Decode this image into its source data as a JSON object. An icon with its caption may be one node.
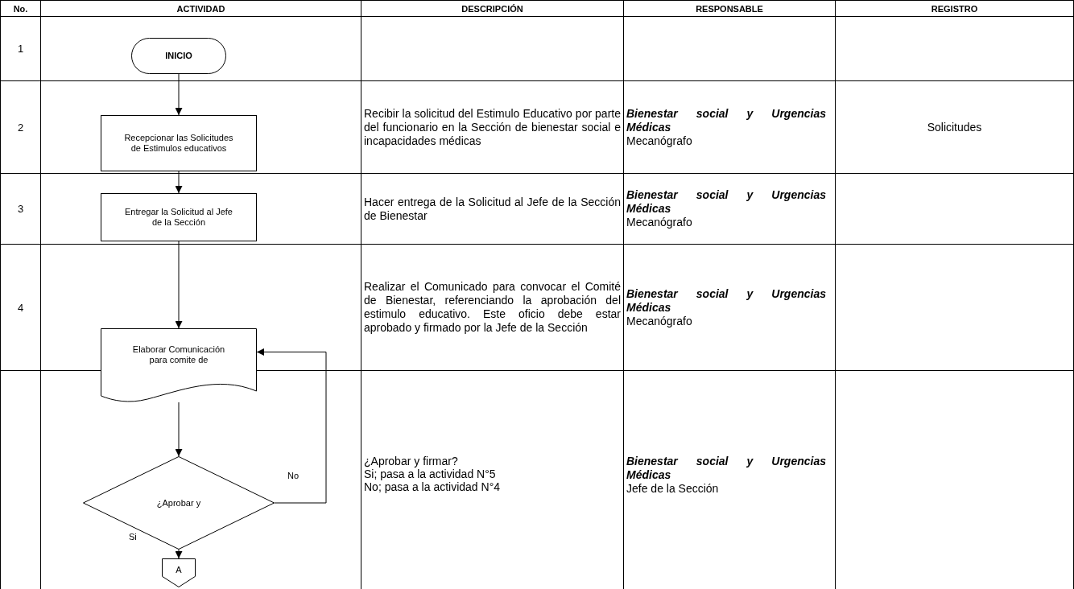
{
  "diagram": {
    "nodes": [
      {
        "text": [
          "INICIO"
        ]
      },
      {
        "text": [
          "Recepcionar las Solicitudes de Estimulos educativos"
        ]
      },
      {
        "text": [
          "Entregar la Solicitud al Jefe de la Sección"
        ]
      },
      {
        "text": [
          "Elaborar Comunicación para comite de"
        ]
      },
      {
        "text": [
          "¿Aprobar y"
        ]
      },
      {
        "text": [
          "A"
        ]
      }
    ],
    "edges": [
      {
        "from": 0,
        "to": 1,
        "arrow": "to"
      },
      {
        "from": 1,
        "to": 2,
        "arrow": "to"
      },
      {
        "from": 2,
        "to": 3,
        "arrow": "to"
      },
      {
        "from": 3,
        "to": 4,
        "arrow": "to"
      },
      {
        "from": 4,
        "to": 3,
        "arrow": "to",
        "label": "No"
      },
      {
        "from": 4,
        "to": 5,
        "arrow": "to",
        "label": "Si"
      }
    ],
    "labels": [
      "No.",
      "ACTIVIDAD",
      "DESCRIPCIÓN",
      "RESPONSABLE",
      "REGISTRO",
      "1",
      "2",
      "Recibir la solicitud del Estimulo Educativo por parte del funcionario en la Sección de bienestar social e incapacidades médicas",
      "Bienestar social y Urgencias Médicas",
      "Mecanógrafo",
      "Solicitudes",
      "3",
      "Hacer entrega de la Solicitud al Jefe de la Sección de Bienestar",
      "Bienestar social y Urgencias Médicas",
      "Mecanógrafo",
      "4",
      "Realizar el Comunicado para convocar el Comité de Bienestar, referenciando la aprobación del estimulo educativo. Este oficio debe estar aprobado y firmado por la Jefe de la Sección",
      "Bienestar social y Urgencias Médicas",
      "Mecanógrafo",
      "¿Aprobar y firmar?",
      "Si; pasa a la actividad N°5",
      "No; pasa a la actividad N°4",
      "Bienestar social y Urgencias Médicas",
      "Jefe de la Sección"
    ]
  }
}
